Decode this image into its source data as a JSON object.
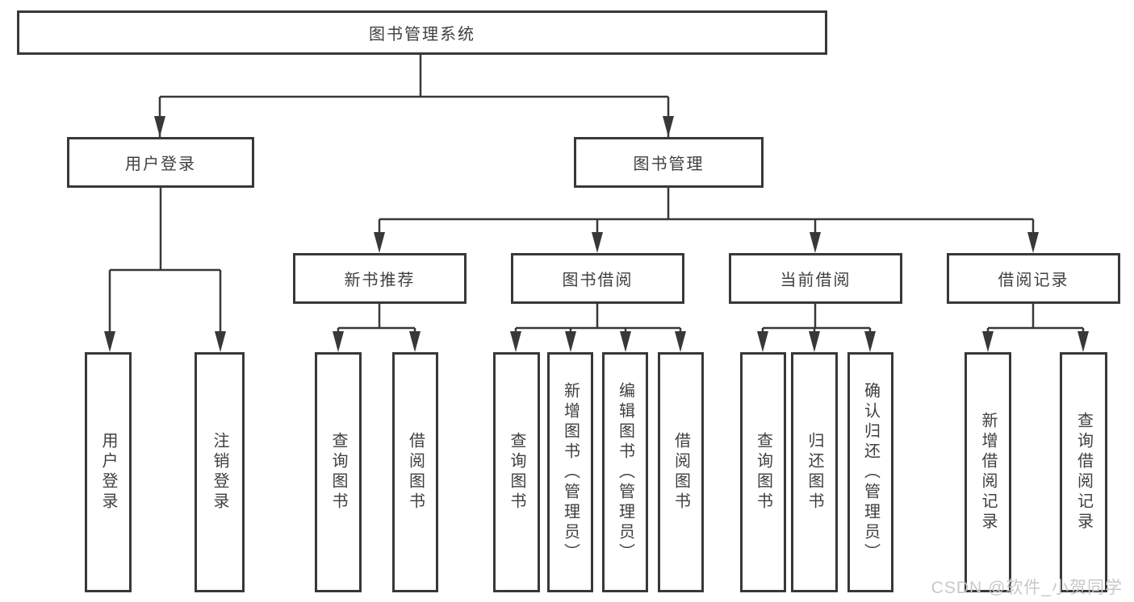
{
  "colors": {
    "line": "#383838",
    "text": "#3f3f3f",
    "box_fill": "#ffffff",
    "watermark": "#c8c8c8"
  },
  "watermark": "CSDN @软件_小贺同学",
  "diagram": {
    "root": {
      "label": "图书管理系统"
    },
    "login": {
      "label": "用户登录",
      "children": [
        {
          "label": "用户登录"
        },
        {
          "label": "注销登录"
        }
      ]
    },
    "mgmt": {
      "label": "图书管理",
      "groups": [
        {
          "label": "新书推荐",
          "children": [
            {
              "label": "查询图书"
            },
            {
              "label": "借阅图书"
            }
          ]
        },
        {
          "label": "图书借阅",
          "children": [
            {
              "label": "查询图书"
            },
            {
              "label": "新增图书（管理员）"
            },
            {
              "label": "编辑图书（管理员）"
            },
            {
              "label": "借阅图书"
            }
          ]
        },
        {
          "label": "当前借阅",
          "children": [
            {
              "label": "查询图书"
            },
            {
              "label": "归还图书"
            },
            {
              "label": "确认归还（管理员）"
            }
          ]
        },
        {
          "label": "借阅记录",
          "children": [
            {
              "label": "新增借阅记录"
            },
            {
              "label": "查询借阅记录"
            }
          ]
        }
      ]
    }
  }
}
